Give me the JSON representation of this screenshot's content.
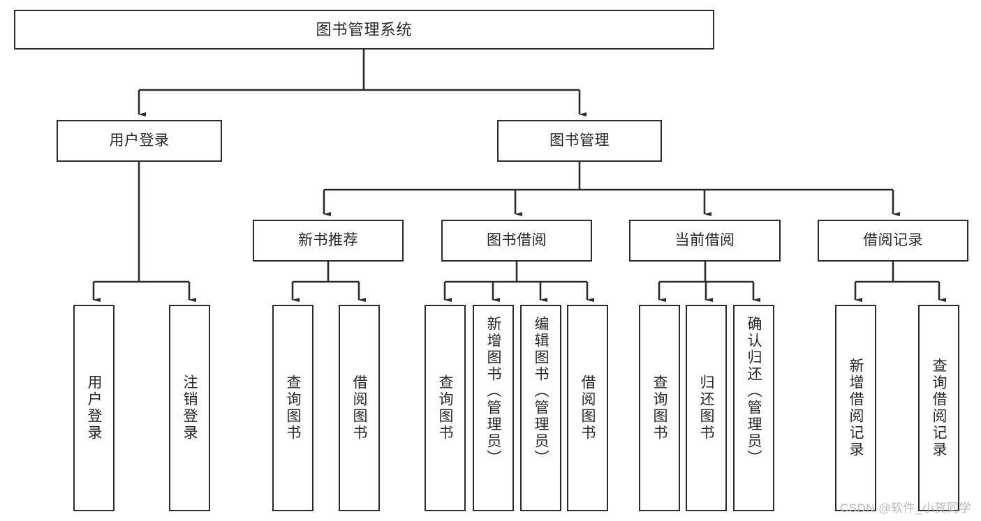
{
  "diagram": {
    "title": "图书管理系统",
    "watermark": "CSDN @软件_小贺同学",
    "colors": {
      "stroke": "#2b2b2b",
      "fill": "#ffffff",
      "text": "#262626",
      "watermark": "#b9b9b9"
    },
    "nodes": {
      "root": {
        "label": "图书管理系统",
        "level": 0,
        "orientation": "horizontal"
      },
      "l1": [
        {
          "id": "user-login",
          "label": "用户登录"
        },
        {
          "id": "book-manage",
          "label": "图书管理"
        }
      ],
      "l2": [
        {
          "id": "new-book-rec",
          "label": "新书推荐",
          "parent": "book-manage"
        },
        {
          "id": "book-borrow",
          "label": "图书借阅",
          "parent": "book-manage"
        },
        {
          "id": "current-borrow",
          "label": "当前借阅",
          "parent": "book-manage"
        },
        {
          "id": "borrow-record",
          "label": "借阅记录",
          "parent": "book-manage"
        }
      ],
      "leaves": [
        {
          "id": "leaf-user-login",
          "label": "用户登录",
          "parent": "user-login"
        },
        {
          "id": "leaf-logout",
          "label": "注销登录",
          "parent": "user-login"
        },
        {
          "id": "leaf-query-book-1",
          "label": "查询图书",
          "parent": "new-book-rec"
        },
        {
          "id": "leaf-borrow-book-1",
          "label": "借阅图书",
          "parent": "new-book-rec"
        },
        {
          "id": "leaf-query-book-2",
          "label": "查询图书",
          "parent": "book-borrow"
        },
        {
          "id": "leaf-add-book",
          "label": "新增图书（管理员）",
          "parent": "book-borrow"
        },
        {
          "id": "leaf-edit-book",
          "label": "编辑图书（管理员）",
          "parent": "book-borrow"
        },
        {
          "id": "leaf-borrow-book-2",
          "label": "借阅图书",
          "parent": "book-borrow"
        },
        {
          "id": "leaf-query-book-3",
          "label": "查询图书",
          "parent": "current-borrow"
        },
        {
          "id": "leaf-return-book",
          "label": "归还图书",
          "parent": "current-borrow"
        },
        {
          "id": "leaf-confirm-return",
          "label": "确认归还（管理员）",
          "parent": "current-borrow"
        },
        {
          "id": "leaf-add-record",
          "label": "新增借阅记录",
          "parent": "borrow-record"
        },
        {
          "id": "leaf-query-record",
          "label": "查询借阅记录",
          "parent": "borrow-record"
        }
      ]
    }
  }
}
